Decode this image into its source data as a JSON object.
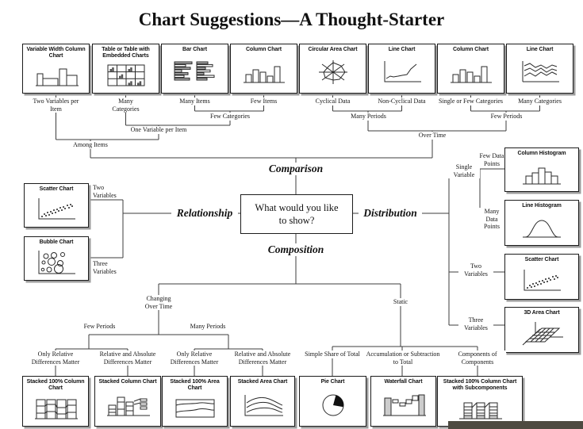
{
  "title": "Chart Suggestions—A Thought-Starter",
  "center": {
    "question": "What would you like to show?"
  },
  "decisions": {
    "comparison": "Comparison",
    "relationship": "Relationship",
    "distribution": "Distribution",
    "composition": "Composition"
  },
  "comparison_branch": {
    "charts": [
      {
        "label": "Variable Width Column Chart",
        "icon": "variable-width-column-chart-icon"
      },
      {
        "label": "Table or Table with Embedded Charts",
        "icon": "table-with-embedded-charts-icon"
      },
      {
        "label": "Bar Chart",
        "icon": "bar-chart-icon"
      },
      {
        "label": "Column Chart",
        "icon": "column-chart-icon"
      },
      {
        "label": "Circular Area Chart",
        "icon": "circular-area-chart-icon"
      },
      {
        "label": "Line Chart",
        "icon": "line-chart-icon"
      },
      {
        "label": "Column Chart",
        "icon": "column-chart-icon"
      },
      {
        "label": "Line Chart",
        "icon": "multi-line-chart-icon"
      }
    ],
    "conditions": {
      "two_variables_per_item": "Two Variables per Item",
      "many_categories_left": "Many Categories",
      "many_items": "Many Items",
      "few_items": "Few Items",
      "few_categories": "Few Categories",
      "one_variable_per_item": "One Variable per Item",
      "among_items": "Among Items",
      "cyclical_data": "Cyclical Data",
      "non_cyclical_data": "Non-Cyclical Data",
      "many_periods": "Many Periods",
      "single_or_few_categories": "Single or Few Categories",
      "many_categories_right": "Many Categories",
      "few_periods": "Few Periods",
      "over_time": "Over Time"
    }
  },
  "relationship_branch": {
    "charts": [
      {
        "label": "Scatter Chart",
        "icon": "scatter-chart-icon"
      },
      {
        "label": "Bubble Chart",
        "icon": "bubble-chart-icon"
      }
    ],
    "conditions": {
      "two_variables": "Two Variables",
      "three_variables": "Three Variables"
    }
  },
  "distribution_branch": {
    "charts": [
      {
        "label": "Column Histogram",
        "icon": "column-histogram-icon"
      },
      {
        "label": "Line Histogram",
        "icon": "line-histogram-icon"
      },
      {
        "label": "Scatter Chart",
        "icon": "scatter-chart-icon"
      },
      {
        "label": "3D Area Chart",
        "icon": "area-3d-chart-icon"
      }
    ],
    "conditions": {
      "single_variable": "Single Variable",
      "few_data_points": "Few Data Points",
      "many_data_points": "Many Data Points",
      "two_variables": "Two Variables",
      "three_variables": "Three Variables"
    }
  },
  "composition_branch": {
    "charts": [
      {
        "label": "Stacked 100% Column Chart",
        "icon": "stacked-100-column-chart-icon"
      },
      {
        "label": "Stacked Column Chart",
        "icon": "stacked-column-chart-icon"
      },
      {
        "label": "Stacked 100% Area Chart",
        "icon": "stacked-100-area-chart-icon"
      },
      {
        "label": "Stacked Area Chart",
        "icon": "stacked-area-chart-icon"
      },
      {
        "label": "Pie Chart",
        "icon": "pie-chart-icon"
      },
      {
        "label": "Waterfall Chart",
        "icon": "waterfall-chart-icon"
      },
      {
        "label": "Stacked 100% Column Chart with Subcomponents",
        "icon": "stacked-100-column-subcomponents-chart-icon"
      }
    ],
    "conditions": {
      "changing_over_time": "Changing Over Time",
      "static": "Static",
      "few_periods": "Few Periods",
      "many_periods": "Many Periods",
      "only_relative_differences_matter_1": "Only Relative Differences Matter",
      "relative_and_absolute_differences_matter_1": "Relative and Absolute Differences Matter",
      "only_relative_differences_matter_2": "Only Relative Differences Matter",
      "relative_and_absolute_differences_matter_2": "Relative and Absolute Differences Matter",
      "simple_share_of_total": "Simple Share of Total",
      "accumulation_or_subtraction_to_total": "Accumulation or Subtraction to Total",
      "components_of_components": "Components of Components"
    }
  },
  "colors": {
    "background": "#ffffff",
    "line": "#3c3c3c",
    "box_border": "#1c1c1c",
    "box_shadow": "#9c9c9c",
    "pie_wedge": "#111111",
    "gray_fill": "#cccccc",
    "bottom_right_bar": "#4d4a41"
  }
}
